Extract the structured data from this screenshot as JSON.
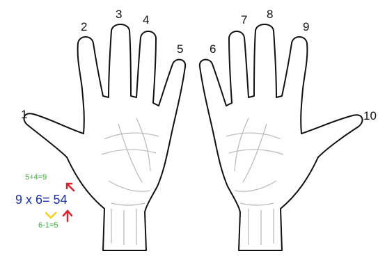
{
  "finger_labels": [
    "1",
    "2",
    "3",
    "4",
    "5",
    "6",
    "7",
    "8",
    "9",
    "10"
  ],
  "calculation": {
    "tens_sum": "5+4=9",
    "equation": "9 x 6= 54",
    "ones_diff": "6-1=5"
  },
  "colors": {
    "outline": "#111111",
    "palm_lines": "#b8b8b8",
    "green_text": "#3aaa35",
    "equation_text": "#1b2fa6",
    "arrow_red": "#e0202a",
    "arrow_yellow": "#f2d21a"
  }
}
